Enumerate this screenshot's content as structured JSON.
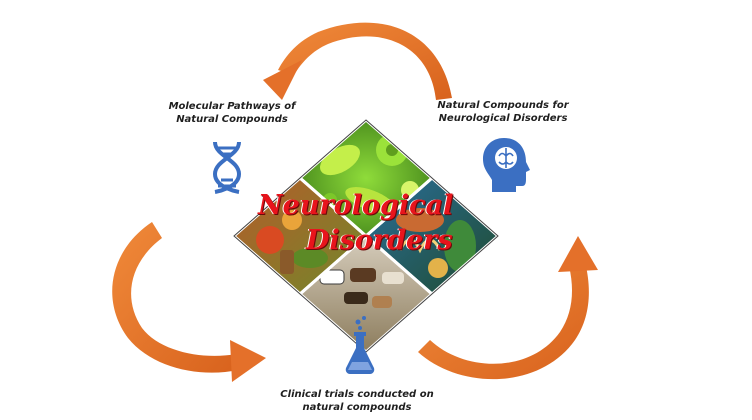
{
  "labels": {
    "molecular_line1": "Molecular Pathways of",
    "molecular_line2": "Natural Compounds",
    "natural_line1": "Natural Compounds for",
    "natural_line2": "Neurological Disorders",
    "clinical_line1": "Clinical trials conducted on",
    "clinical_line2": "natural compounds"
  },
  "center": {
    "word1": "Neurological",
    "word2": "Disorders"
  },
  "icons": {
    "molecular": "dna-icon",
    "natural": "head-brain-icon",
    "clinical": "flask-icon"
  },
  "colors": {
    "arrow": "#ea7a2c",
    "icon": "#3b6fc2",
    "center_text": "#e8141c"
  }
}
